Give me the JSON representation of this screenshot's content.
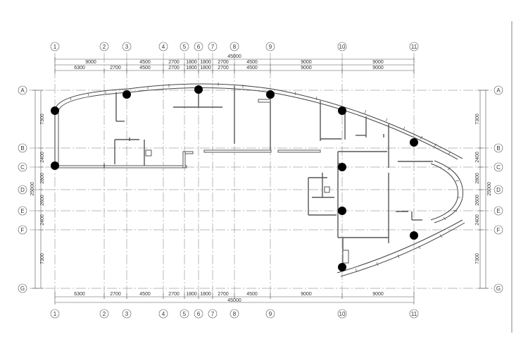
{
  "column_grid": [
    "1",
    "2",
    "3",
    "4",
    "5",
    "6",
    "7",
    "8",
    "9",
    "10",
    "11"
  ],
  "row_grid": [
    "A",
    "B",
    "C",
    "D",
    "E",
    "F",
    "G"
  ],
  "dimensions": {
    "overall_top": "45000",
    "top_row1": [
      "9000",
      "4500",
      "2700",
      "1800",
      "1800",
      "2700",
      "4500",
      "9000",
      "9000"
    ],
    "top_row2": [
      "6300",
      "2700",
      "4500",
      "2700",
      "1800",
      "1800",
      "2700",
      "4500",
      "9000",
      "9000"
    ],
    "bottom_row1": [
      "6300",
      "2700",
      "4500",
      "2700",
      "1800",
      "1800",
      "2700",
      "4500",
      "9000",
      "9000"
    ],
    "overall_bottom": "45000",
    "left_total": "25000",
    "left_segments": [
      "7300",
      "2400",
      "2800",
      "2600",
      "2400",
      "7300"
    ],
    "right_total": "25000",
    "right_segments": [
      "7300",
      "2400",
      "2800",
      "2600",
      "2400",
      "7300"
    ]
  }
}
